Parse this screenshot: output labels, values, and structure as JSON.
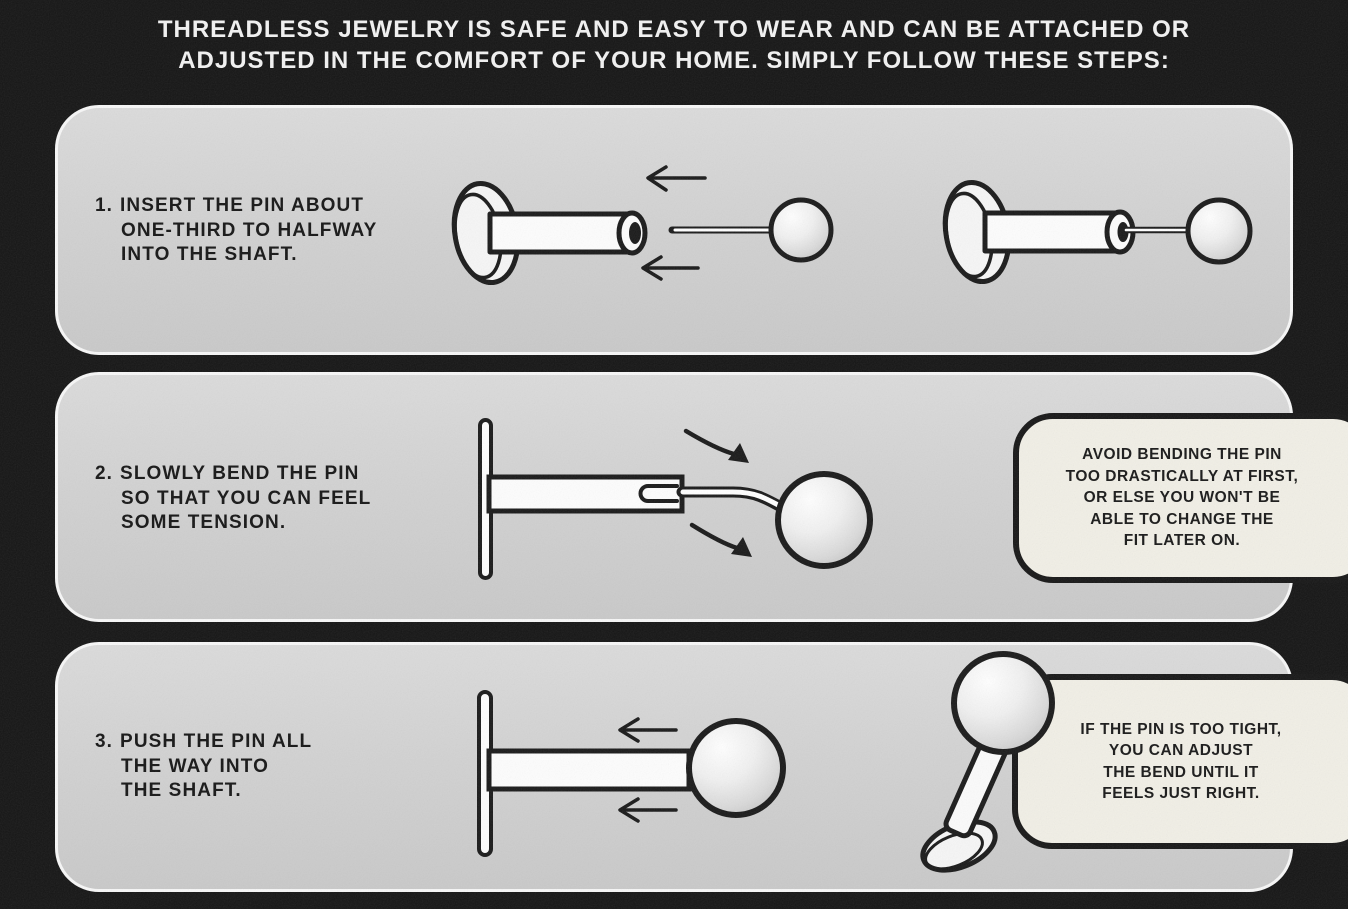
{
  "title": {
    "lines": [
      "THREADLESS JEWELRY IS SAFE AND EASY TO WEAR AND CAN BE ATTACHED OR",
      "ADJUSTED IN THE COMFORT OF YOUR HOME. SIMPLY FOLLOW THESE STEPS:"
    ]
  },
  "steps": [
    {
      "number": "1.",
      "lines": [
        "INSERT THE PIN ABOUT",
        "ONE-THIRD TO HALFWAY",
        "INTO THE SHAFT."
      ],
      "illustration": [
        "labret-open-shaft-icon",
        "left-arrows-icon",
        "pin-with-ball-icon",
        "pin-partially-inserted-icon"
      ]
    },
    {
      "number": "2.",
      "lines": [
        "SLOWLY BEND THE PIN",
        "SO THAT YOU CAN FEEL",
        "SOME TENSION."
      ],
      "illustration": [
        "disc-side-view-icon",
        "shaft-with-pin-slot-icon",
        "bent-pin-with-ball-icon",
        "bend-direction-arrows-icon"
      ]
    },
    {
      "number": "3.",
      "lines": [
        "PUSH THE PIN ALL",
        "THE WAY INTO",
        "THE SHAFT."
      ],
      "illustration": [
        "disc-side-view-icon",
        "shaft-icon",
        "ball-flush-icon",
        "push-left-arrows-icon",
        "assembled-stud-icon"
      ]
    }
  ],
  "callouts": [
    {
      "lines": [
        "AVOID BENDING THE PIN",
        "TOO DRASTICALLY AT FIRST,",
        "OR ELSE YOU WON'T BE",
        "ABLE TO CHANGE THE",
        "FIT LATER ON."
      ]
    },
    {
      "lines": [
        "IF THE PIN IS TOO TIGHT,",
        "YOU CAN ADJUST",
        "THE BEND UNTIL IT",
        "FEELS JUST RIGHT."
      ]
    }
  ],
  "colors": {
    "background": "#151515",
    "panel_fill": "#d2d2d2",
    "panel_outline": "#f7f7f7",
    "callout_fill": "#f1efe6",
    "callout_border": "#171717",
    "ink": "#1a1a1a",
    "title_text": "#f2f2f2"
  }
}
